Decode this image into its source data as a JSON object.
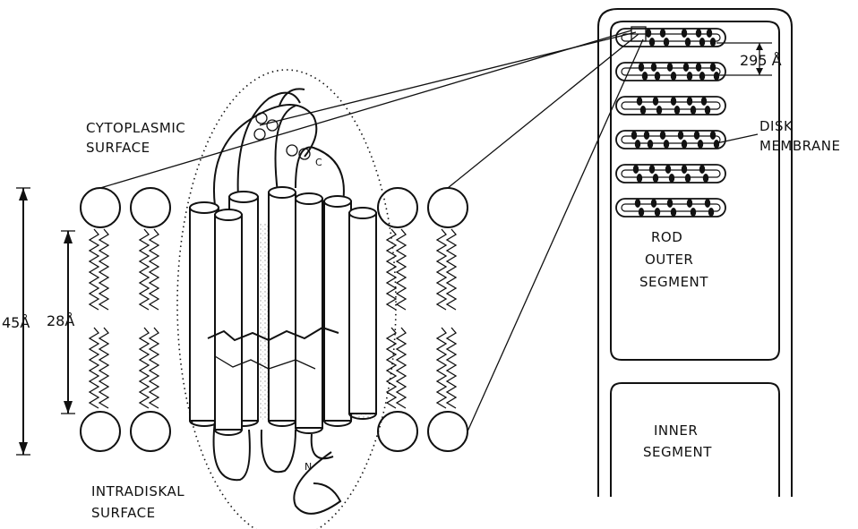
{
  "labels": {
    "cytoplasmic": [
      "CYTOPLASMIC",
      "SURFACE"
    ],
    "intradiskal": [
      "INTRADISKAL",
      "SURFACE"
    ],
    "rod_outer": [
      "ROD",
      "OUTER",
      "SEGMENT"
    ],
    "inner": [
      "INNER",
      "SEGMENT"
    ],
    "disk_membrane": [
      "DISK",
      "MEMBRANE"
    ]
  },
  "dimensions": {
    "bilayer_thickness": "45Å",
    "hydrophobic_core": "28Å",
    "disk_spacing": "295 Å"
  },
  "protein": {
    "terminus_n": "N",
    "terminus_c": "C"
  },
  "colors": {
    "ink": "#111111",
    "background": "#ffffff",
    "stipple": "#9a9a9a"
  }
}
